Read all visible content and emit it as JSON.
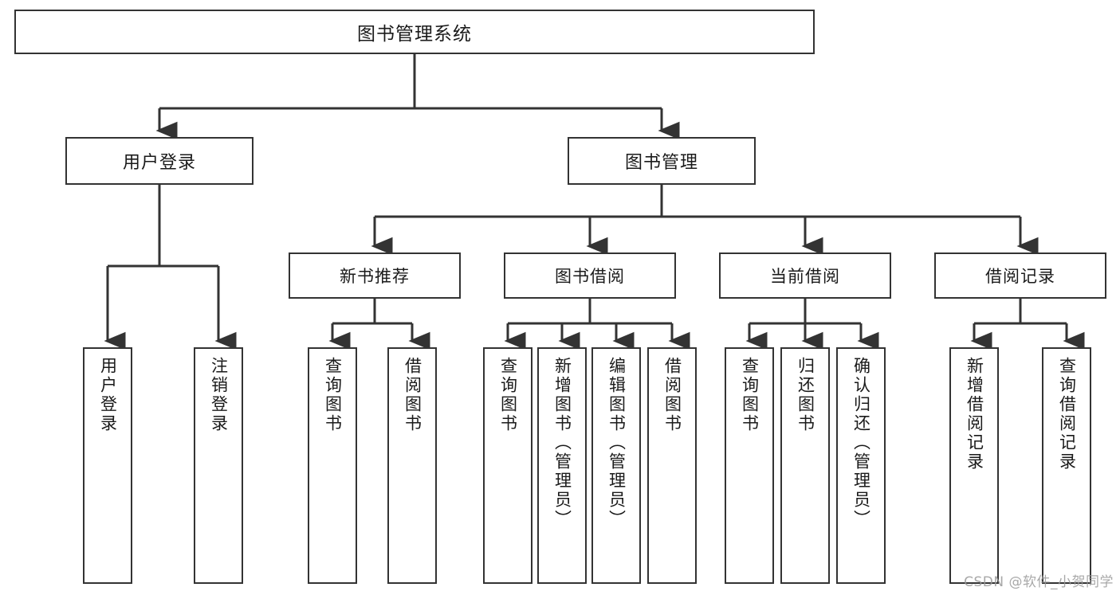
{
  "diagram": {
    "title": "图书管理系统",
    "type": "tree-hierarchy",
    "watermark": "CSDN @软件_小贺同学",
    "colors": {
      "box_border": "#333333",
      "box_fill": "#ffffff",
      "edge": "#333333",
      "text": "#1a1a1a",
      "watermark": "#9a9a9a",
      "background": "#ffffff"
    },
    "nodes": {
      "root": {
        "label": "图书管理系统"
      },
      "level2": [
        {
          "id": "user_login",
          "label": "用户登录"
        },
        {
          "id": "book_manage",
          "label": "图书管理"
        }
      ],
      "level3": [
        {
          "id": "new_book_rec",
          "label": "新书推荐"
        },
        {
          "id": "book_borrow",
          "label": "图书借阅"
        },
        {
          "id": "current_borrow",
          "label": "当前借阅"
        },
        {
          "id": "borrow_record",
          "label": "借阅记录"
        }
      ],
      "leaves": {
        "user_login": [
          {
            "id": "leaf_user_login",
            "label": "用户登录"
          },
          {
            "id": "leaf_logout",
            "label": "注销登录"
          }
        ],
        "new_book_rec": [
          {
            "id": "leaf_query_book_1",
            "label": "查询图书"
          },
          {
            "id": "leaf_borrow_book_1",
            "label": "借阅图书"
          }
        ],
        "book_borrow": [
          {
            "id": "leaf_query_book_2",
            "label": "查询图书"
          },
          {
            "id": "leaf_add_book",
            "label": "新增图书（管理员）"
          },
          {
            "id": "leaf_edit_book",
            "label": "编辑图书（管理员）"
          },
          {
            "id": "leaf_borrow_book_2",
            "label": "借阅图书"
          }
        ],
        "current_borrow": [
          {
            "id": "leaf_query_book_3",
            "label": "查询图书"
          },
          {
            "id": "leaf_return_book",
            "label": "归还图书"
          },
          {
            "id": "leaf_confirm_return",
            "label": "确认归还（管理员）"
          }
        ],
        "borrow_record": [
          {
            "id": "leaf_add_record",
            "label": "新增借阅记录"
          },
          {
            "id": "leaf_query_record",
            "label": "查询借阅记录"
          }
        ]
      }
    }
  }
}
